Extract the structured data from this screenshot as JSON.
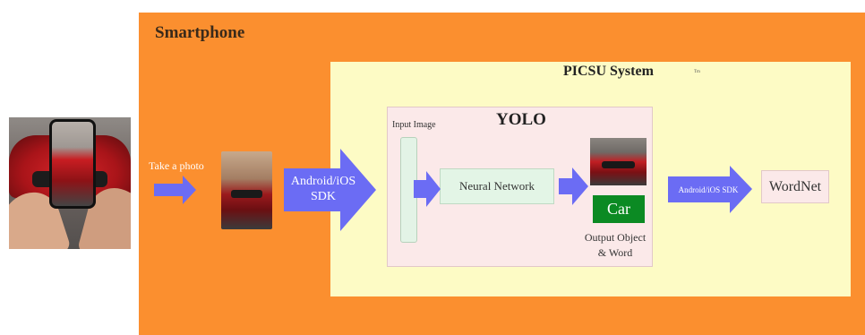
{
  "smartphone": {
    "title": "Smartphone",
    "take_photo_label": "Take a photo"
  },
  "sdk_arrow": {
    "line1": "Android/iOS",
    "line2": "SDK"
  },
  "picsu": {
    "title": "PICSU System",
    "tiny_label": "Tm"
  },
  "yolo": {
    "title": "YOLO",
    "input_image_label": "Input Image",
    "neural_network_label": "Neural Network",
    "output_word": "Car",
    "output_label_line1": "Output Object",
    "output_label_line2": "& Word"
  },
  "sdk_arrow_small": {
    "label": "Android/iOS SDK"
  },
  "wordnet": {
    "label": "WordNet"
  },
  "colors": {
    "smartphone_bg": "#fb8f2f",
    "picsu_bg": "#fdfbc5",
    "yolo_bg": "#fbe9e9",
    "arrow": "#6b6cf4",
    "car_box": "#0b8a23"
  }
}
